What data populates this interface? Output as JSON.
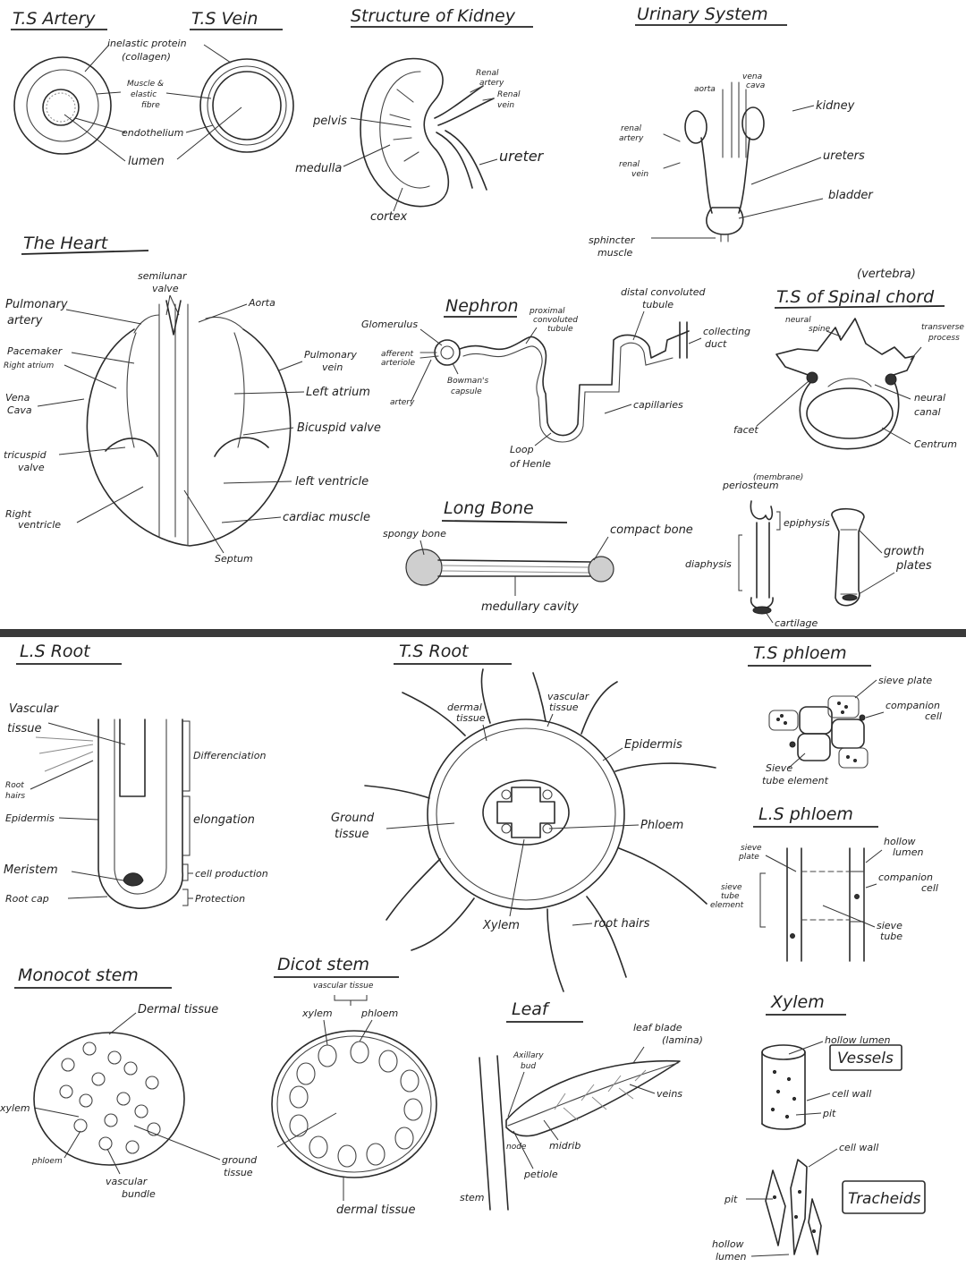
{
  "top": {
    "artery": {
      "title": "T.S Artery",
      "inelastic": "inelastic protein",
      "collagen": "(collagen)",
      "muscle1": "Muscle &",
      "muscle2": "elastic",
      "muscle3": "fibre",
      "endothelium": "endothelium",
      "lumen": "lumen"
    },
    "vein": {
      "title": "T.S Vein"
    },
    "kidney": {
      "title": "Structure of Kidney",
      "renal_artery1": "Renal",
      "renal_artery2": "artery",
      "renal_vein1": "Renal",
      "renal_vein2": "vein",
      "pelvis": "pelvis",
      "medulla": "medulla",
      "ureter": "ureter",
      "cortex": "cortex"
    },
    "urinary": {
      "title": "Urinary System",
      "aorta": "aorta",
      "vena_cava1": "vena",
      "vena_cava2": "cava",
      "renal_artery1": "renal",
      "renal_artery2": "artery",
      "renal_vein1": "renal",
      "renal_vein2": "vein",
      "kidney": "kidney",
      "ureters": "ureters",
      "bladder": "bladder",
      "sphincter1": "sphincter",
      "sphincter2": "muscle"
    },
    "heart": {
      "title": "The Heart",
      "semilunar1": "semilunar",
      "semilunar2": "valve",
      "pulmonary_artery1": "Pulmonary",
      "pulmonary_artery2": "artery",
      "aorta": "Aorta",
      "pacemaker1": "Pacemaker",
      "pacemaker2": "Right atrium",
      "vena_cava1": "Vena",
      "vena_cava2": "Cava",
      "pulmonary_vein1": "Pulmonary",
      "pulmonary_vein2": "vein",
      "left_atrium": "Left atrium",
      "bicuspid": "Bicuspid valve",
      "tricuspid1": "tricuspid",
      "tricuspid2": "valve",
      "left_ventricle": "left ventricle",
      "right_ventricle1": "Right",
      "right_ventricle2": "ventricle",
      "cardiac_muscle": "cardiac muscle",
      "septum": "Septum"
    },
    "nephron": {
      "title": "Nephron",
      "glomerulus": "Glomerulus",
      "afferent1": "afferent",
      "afferent2": "arteriole",
      "artery": "artery",
      "bowmans1": "Bowman's",
      "bowmans2": "capsule",
      "proximal1": "proximal",
      "proximal2": "convoluted",
      "proximal3": "tubule",
      "distal1": "distal convoluted",
      "distal2": "tubule",
      "collecting1": "collecting",
      "collecting2": "duct",
      "capillaries": "capillaries",
      "loop1": "Loop",
      "loop2": "of Henle"
    },
    "spinal": {
      "title": "T.S of Spinal chord",
      "vertebra": "(vertebra)",
      "neural_spine1": "neural",
      "neural_spine2": "spine",
      "transverse1": "transverse",
      "transverse2": "process",
      "neural_canal1": "neural",
      "neural_canal2": "canal",
      "facet": "facet",
      "centrum": "Centrum"
    },
    "bone": {
      "title": "Long Bone",
      "spongy": "spongy bone",
      "compact": "compact bone",
      "medullary": "medullary cavity",
      "periosteum1": "periosteum",
      "periosteum2": "(membrane)",
      "epiphysis": "epiphysis",
      "diaphysis": "diaphysis",
      "growth1": "growth",
      "growth2": "plates",
      "cartilage": "cartilage"
    }
  },
  "bottom": {
    "ls_root": {
      "title": "L.S Root",
      "vascular1": "Vascular",
      "vascular2": "tissue",
      "root_hairs1": "Root",
      "root_hairs2": "hairs",
      "epidermis": "Epidermis",
      "meristem": "Meristem",
      "root_cap": "Root cap",
      "differenciation": "Differenciation",
      "elongation": "elongation",
      "cell_production": "cell production",
      "protection": "Protection"
    },
    "ts_root": {
      "title": "T.S Root",
      "dermal1": "dermal",
      "dermal2": "tissue",
      "vascular1": "vascular",
      "vascular2": "tissue",
      "epidermis": "Epidermis",
      "ground1": "Ground",
      "ground2": "tissue",
      "phloem": "Phloem",
      "xylem": "Xylem",
      "root_hairs": "root hairs"
    },
    "ts_phloem": {
      "title": "T.S phloem",
      "sieve_plate": "sieve plate",
      "companion1": "companion",
      "companion2": "cell",
      "sieve_tube1": "Sieve",
      "sieve_tube2": "tube element"
    },
    "ls_phloem": {
      "title": "L.S phloem",
      "sieve_plate1": "sieve",
      "sieve_plate2": "plate",
      "hollow1": "hollow",
      "hollow2": "lumen",
      "companion1": "companion",
      "companion2": "cell",
      "element1": "sieve",
      "element2": "tube",
      "element3": "element",
      "sieve_tube1": "sieve",
      "sieve_tube2": "tube"
    },
    "monocot": {
      "title": "Monocot stem",
      "dermal": "Dermal tissue",
      "xylem": "xylem",
      "phloem": "phloem",
      "vascular1": "vascular",
      "vascular2": "bundle",
      "ground1": "ground",
      "ground2": "tissue"
    },
    "dicot": {
      "title": "Dicot stem",
      "vascular": "vascular tissue",
      "xylem": "xylem",
      "phloem": "phloem",
      "dermal": "dermal tissue"
    },
    "leaf": {
      "title": "Leaf",
      "axillary1": "Axillary",
      "axillary2": "bud",
      "blade1": "leaf blade",
      "blade2": "(lamina)",
      "veins": "veins",
      "node": "node",
      "midrib": "midrib",
      "petiole": "petiole",
      "stem": "stem"
    },
    "xylem": {
      "title": "Xylem",
      "hollow_lumen": "hollow lumen",
      "vessels": "Vessels",
      "cell_wall": "cell wall",
      "pit": "pit",
      "cell_wall2": "cell wall",
      "pit2": "pit",
      "tracheids": "Tracheids",
      "hollow1": "hollow",
      "hollow2": "lumen"
    }
  }
}
